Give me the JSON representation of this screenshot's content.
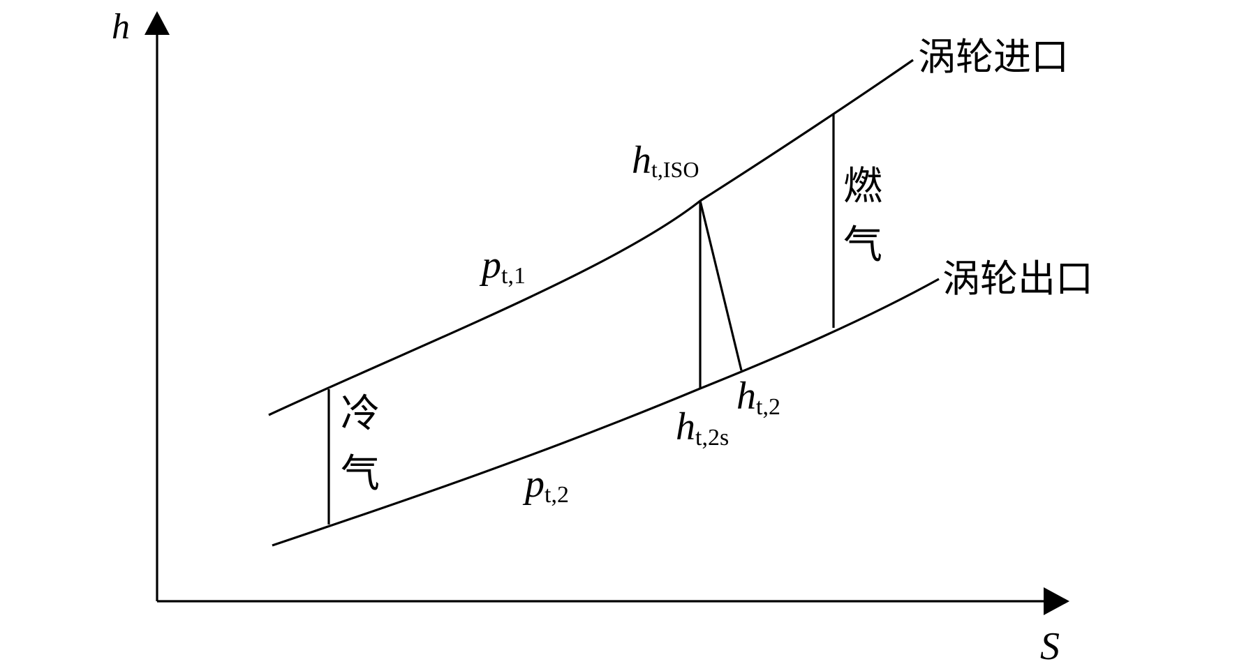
{
  "axes": {
    "y_label": "h",
    "x_label": "S"
  },
  "labels": {
    "turbine_inlet": "涡轮进口",
    "turbine_outlet": "涡轮出口",
    "cold_air_1": "冷",
    "cold_air_2": "气",
    "combustion_gas_1": "燃",
    "combustion_gas_2": "气"
  },
  "symbols": {
    "pt1": {
      "main": "p",
      "sub": "t,1"
    },
    "pt2": {
      "main": "p",
      "sub": "t,2"
    },
    "ht_iso": {
      "main": "h",
      "sub": "t,ISO"
    },
    "ht2": {
      "main": "h",
      "sub": "t,2"
    },
    "ht2s": {
      "main": "h",
      "sub": "t,2s"
    }
  }
}
